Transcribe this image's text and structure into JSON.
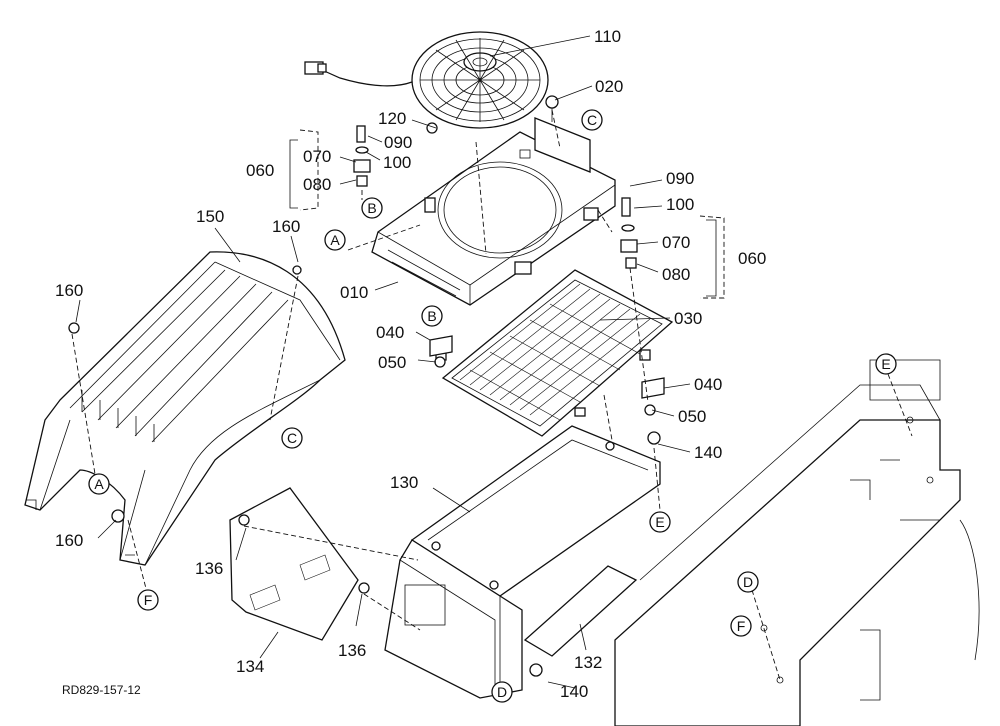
{
  "diagram": {
    "code": "RD829-157-12",
    "parts": {
      "p110": "110",
      "p020": "020",
      "p120": "120",
      "p090a": "090",
      "p100a": "100",
      "p070a": "070",
      "p080a": "080",
      "p060a": "060",
      "p090b": "090",
      "p100b": "100",
      "p070b": "070",
      "p080b": "080",
      "p060b": "060",
      "p150": "150",
      "p160a": "160",
      "p160b": "160",
      "p160c": "160",
      "p010": "010",
      "p040a": "040",
      "p050a": "050",
      "p030": "030",
      "p040b": "040",
      "p050b": "050",
      "p140a": "140",
      "p130": "130",
      "p136a": "136",
      "p136b": "136",
      "p134": "134",
      "p132": "132",
      "p140b": "140"
    },
    "refs": {
      "A1": "A",
      "A2": "A",
      "B1": "B",
      "B2": "B",
      "C1": "C",
      "C2": "C",
      "D1": "D",
      "D2": "D",
      "E1": "E",
      "E2": "E",
      "F1": "F",
      "F2": "F"
    }
  }
}
